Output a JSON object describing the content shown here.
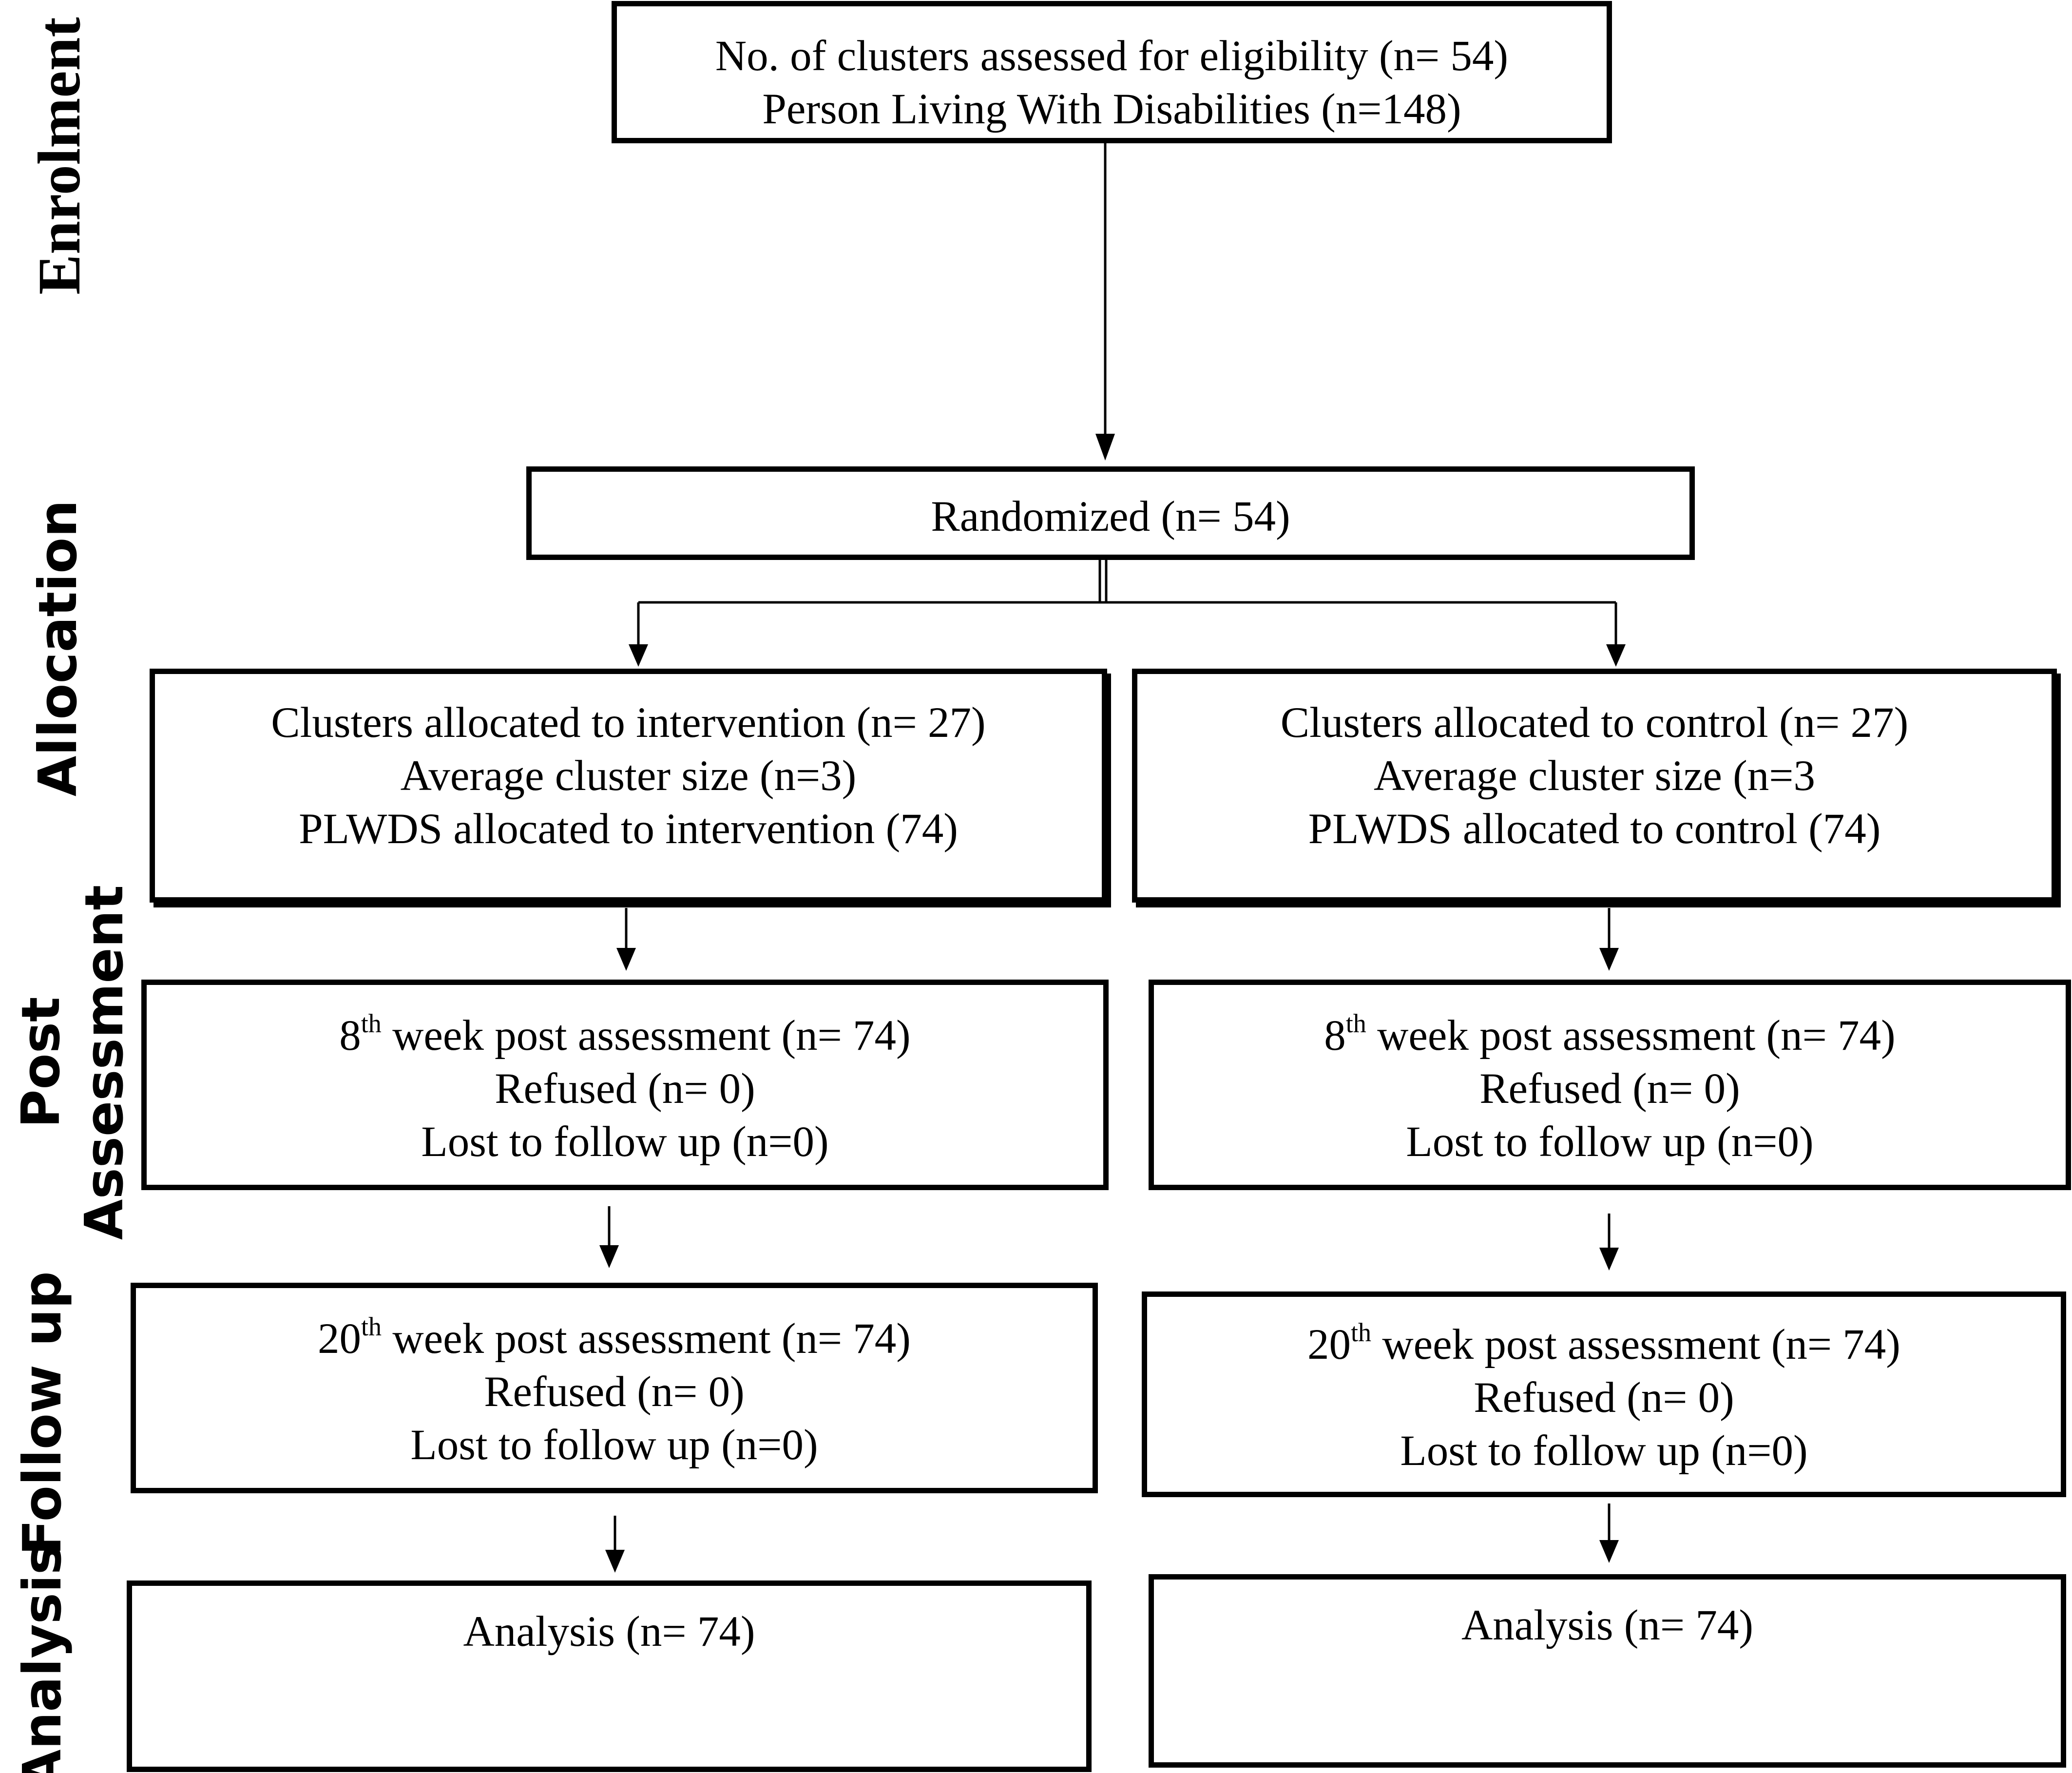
{
  "stages": {
    "enrolment": "Enrolment",
    "allocation": "Allocation",
    "post_assessment": [
      "Post",
      "Assessment"
    ],
    "follow_up": "Follow up",
    "analysis": "Analysis"
  },
  "enrolment_box": {
    "line1": "No. of clusters assessed for eligibility (n= 54)",
    "line2": "Person Living With Disabilities (n=148)"
  },
  "randomized_box": {
    "label": "Randomized (n= 54)"
  },
  "intervention": {
    "allocation": [
      "Clusters allocated to intervention (n= 27)",
      "Average cluster size (n=3)",
      "PLWDS allocated to intervention (74)"
    ],
    "post": {
      "ordinal": "8",
      "suffix": "th",
      "text": " week post assessment (n= 74)",
      "refused": "Refused (n= 0)",
      "lost": "Lost to follow up (n=0)"
    },
    "followup": {
      "ordinal": "20",
      "suffix": "th",
      "text": " week post assessment (n= 74)",
      "refused": "Refused (n= 0)",
      "lost": "Lost to follow up (n=0)"
    },
    "analysis": "Analysis (n= 74)"
  },
  "control": {
    "allocation": [
      "Clusters allocated to control (n= 27)",
      "Average cluster size (n=3",
      "PLWDS allocated to control (74)"
    ],
    "post": {
      "ordinal": "8",
      "suffix": "th",
      "text": " week post assessment (n= 74)",
      "refused": "Refused (n= 0)",
      "lost": "Lost to follow up (n=0)"
    },
    "followup": {
      "ordinal": "20",
      "suffix": "th",
      "text": " week post assessment (n= 74)",
      "refused": "Refused (n= 0)",
      "lost": "Lost to follow up (n=0)"
    },
    "analysis": "Analysis (n= 74)"
  }
}
